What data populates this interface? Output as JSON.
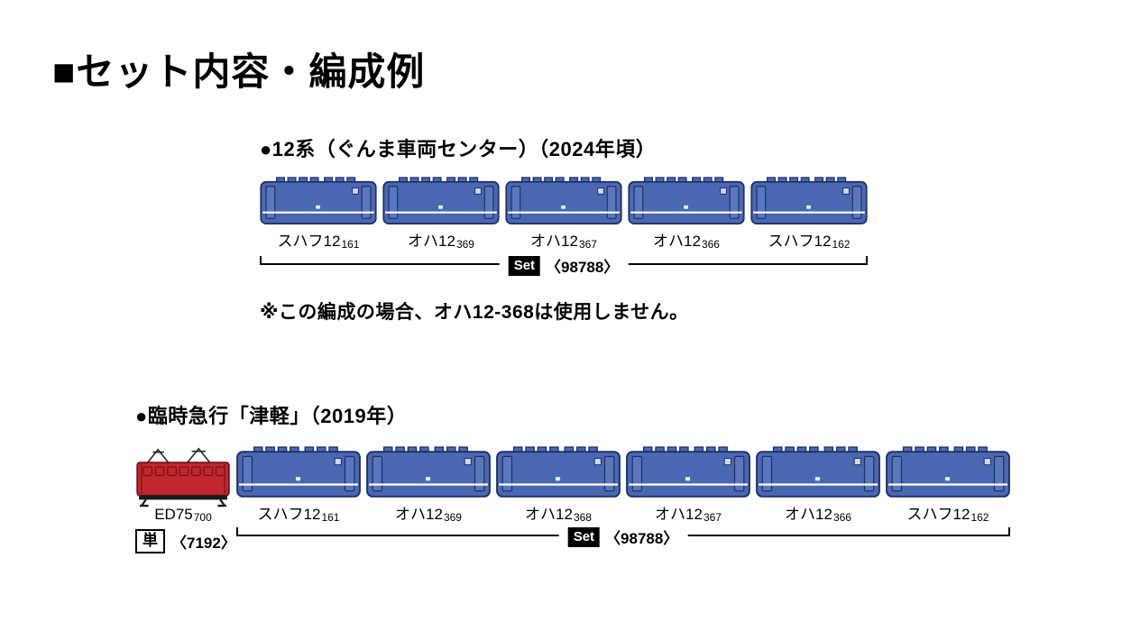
{
  "page": {
    "title": "■セット内容・編成例"
  },
  "colors": {
    "car_body": "#4a68b2",
    "car_outline": "#1e2f66",
    "car_door": "#5a77bd",
    "car_stripe": "#ffffff",
    "loco_body": "#c1272d",
    "loco_outline": "#6b1317"
  },
  "formation1": {
    "heading": "●12系（ぐんま車両センター）（2024年頃）",
    "cars": [
      {
        "name": "スハフ12",
        "number": "161"
      },
      {
        "name": "オハ12",
        "number": "369"
      },
      {
        "name": "オハ12",
        "number": "367"
      },
      {
        "name": "オハ12",
        "number": "366"
      },
      {
        "name": "スハフ12",
        "number": "162"
      }
    ],
    "set_label": "Set",
    "set_number": "〈98788〉",
    "note": "※この編成の場合、オハ12-368は使用しません。"
  },
  "formation2": {
    "heading": "●臨時急行「津軽」（2019年）",
    "locomotive": {
      "name": "ED75",
      "number": "700",
      "unit_label": "単",
      "unit_number": "〈7192〉"
    },
    "cars": [
      {
        "name": "スハフ12",
        "number": "161"
      },
      {
        "name": "オハ12",
        "number": "369"
      },
      {
        "name": "オハ12",
        "number": "368"
      },
      {
        "name": "オハ12",
        "number": "367"
      },
      {
        "name": "オハ12",
        "number": "366"
      },
      {
        "name": "スハフ12",
        "number": "162"
      }
    ],
    "set_label": "Set",
    "set_number": "〈98788〉"
  }
}
